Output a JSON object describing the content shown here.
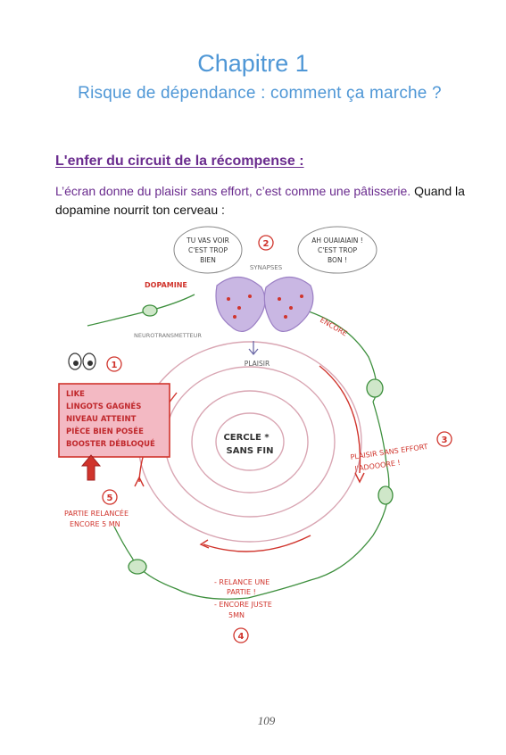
{
  "chapter": {
    "title": "Chapitre 1",
    "subtitle": "Risque de dépendance : comment ça marche ?"
  },
  "section": {
    "heading": "L'enfer du circuit de la récompense :",
    "intro_purple": "L’écran donne du plaisir sans effort, c’est comme une pâtisserie.",
    "intro_black": " Quand la dopamine nourrit ton cerveau :"
  },
  "illustration": {
    "bubble_left": [
      "TU VAS VOIR",
      "C'EST TROP",
      "BIEN"
    ],
    "bubble_right": [
      "AH OUAIAIAIN !",
      "C'EST TROP",
      "BON !"
    ],
    "synapses": "SYNAPSES",
    "dopamine": "DOPAMINE",
    "neurotransmitter": "NEUROTRANSMETTEUR",
    "encore": "ENCORE",
    "plaisir": "PLAISIR",
    "center": [
      "CERCLE *",
      "SANS FIN"
    ],
    "box_lines": [
      "LIKE",
      "LINGOTS GAGNÉS",
      "NIVEAU ATTEINT",
      "PIÈCE BIEN POSÉE",
      "BOOSTER DÉBLOQUÉ"
    ],
    "step3": [
      "PLAISIR SANS EFFORT",
      "J'ADOOORE !"
    ],
    "step4": [
      "- RELANCE UNE",
      "PARTIE !",
      "- ENCORE JUSTE",
      "5MN"
    ],
    "step5": [
      "PARTIE RELANCÉE",
      "ENCORE 5 MN"
    ],
    "numbers": [
      "1",
      "2",
      "3",
      "4",
      "5"
    ],
    "colors": {
      "red": "#d0342c",
      "green": "#3d8f3d",
      "purple": "#9b7fc4",
      "pink_box": "#f3b9c3"
    }
  },
  "footer": {
    "page_number": "109"
  }
}
